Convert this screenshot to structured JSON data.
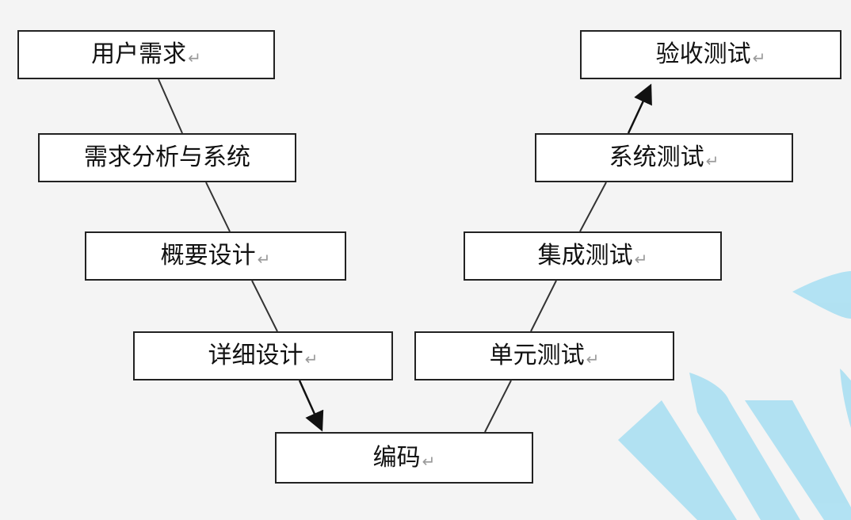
{
  "diagram": {
    "return_mark": "↵",
    "left_branch": [
      {
        "id": "user-req",
        "label": "用户需求",
        "show_return": true
      },
      {
        "id": "req-analysis",
        "label": "需求分析与系统",
        "show_return": false
      },
      {
        "id": "outline-design",
        "label": "概要设计",
        "show_return": true
      },
      {
        "id": "detail-design",
        "label": "详细设计",
        "show_return": true
      }
    ],
    "bottom": {
      "id": "coding",
      "label": "编码",
      "show_return": true
    },
    "right_branch": [
      {
        "id": "unit-test",
        "label": "单元测试",
        "show_return": true
      },
      {
        "id": "integration-test",
        "label": "集成测试",
        "show_return": true
      },
      {
        "id": "system-test",
        "label": "系统测试",
        "show_return": true
      },
      {
        "id": "acceptance-test",
        "label": "验收测试",
        "show_return": true
      }
    ],
    "colors": {
      "background": "#f4f4f4",
      "box_fill": "#ffffff",
      "box_border": "#222222",
      "line": "#333333",
      "watermark": "#aee0f2"
    }
  }
}
